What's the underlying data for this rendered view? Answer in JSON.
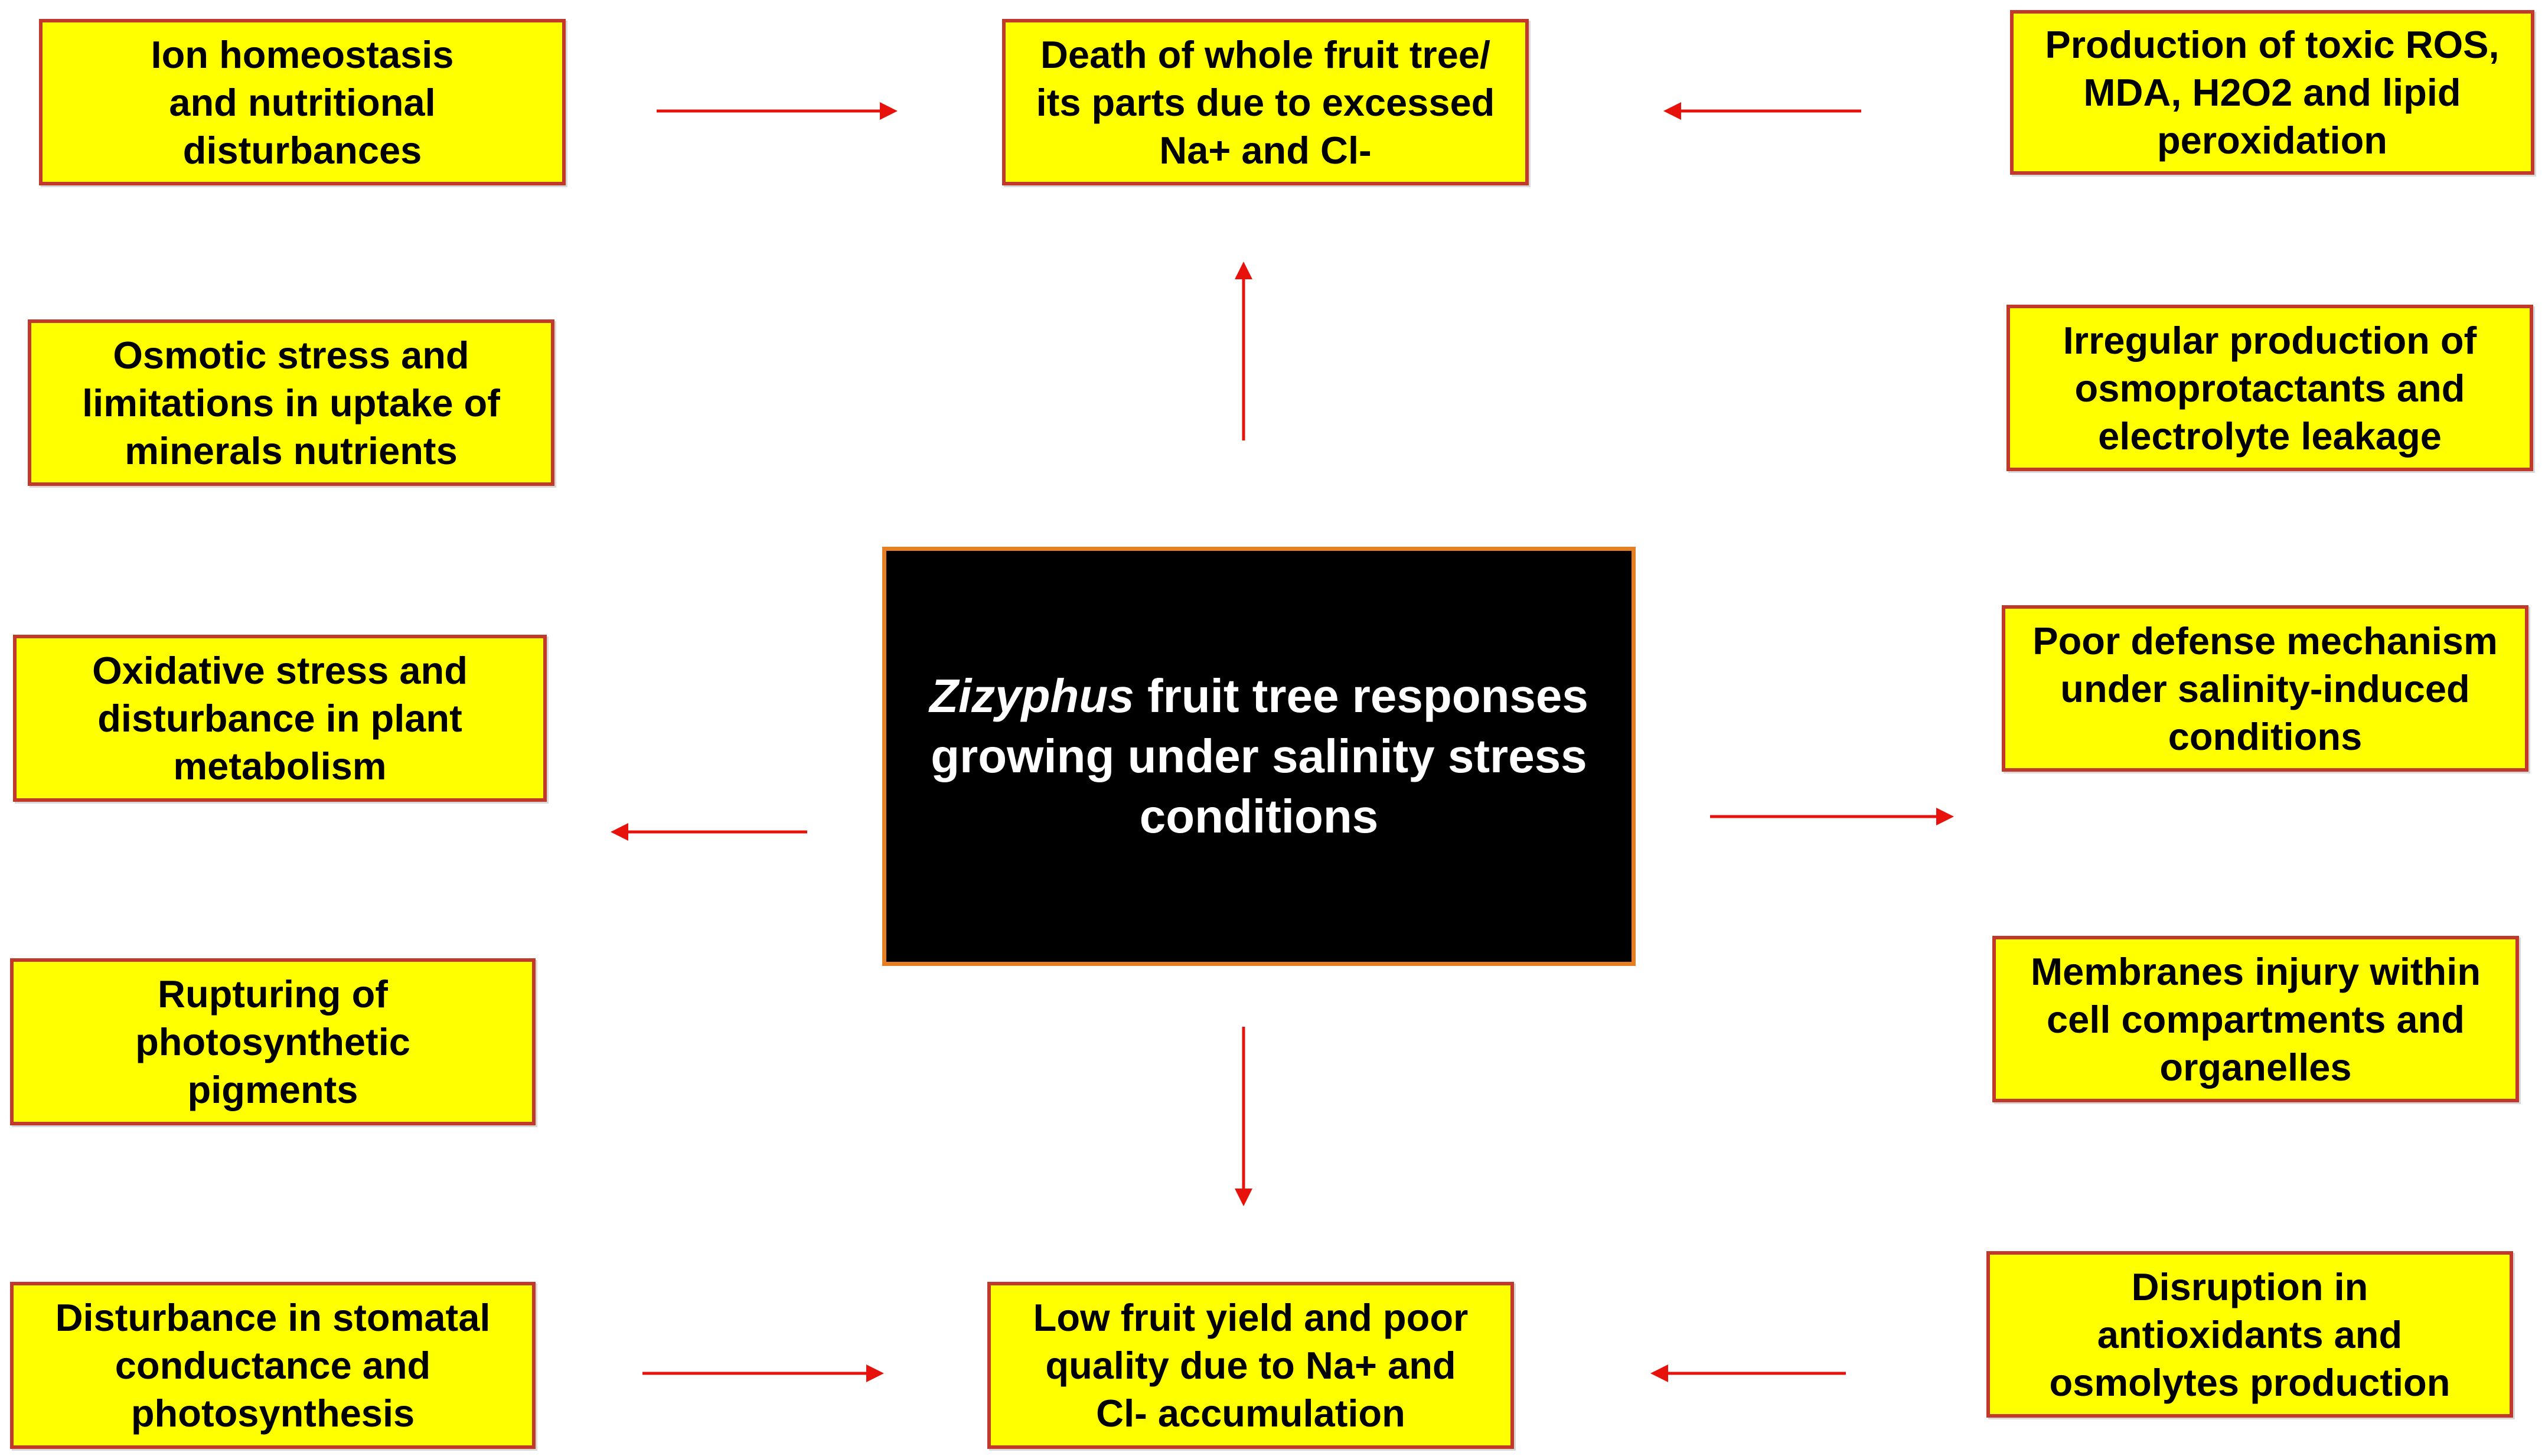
{
  "diagram": {
    "center": {
      "italic_word": "Zizyphus",
      "text_line1_rest": " fruit tree responses",
      "text_line2": "growing under salinity stress",
      "text_line3": "conditions"
    },
    "boxes": {
      "ion_homeostasis": "Ion homeostasis\nand nutritional\ndisturbances",
      "death_fruit_tree": "Death of whole fruit tree/\nits parts due to excessed\nNa+ and Cl-",
      "toxic_ros": "Production of toxic ROS,\nMDA, H2O2 and lipid\nperoxidation",
      "osmotic_stress": "Osmotic stress and\nlimitations in uptake of\nminerals nutrients",
      "osmoprotectants": "Irregular production of\nosmoprotactants and\nelectrolyte leakage",
      "oxidative_stress": "Oxidative stress and\ndisturbance in plant\nmetabolism",
      "poor_defense": "Poor defense mechanism\nunder salinity-induced\nconditions",
      "rupturing_pigments": "Rupturing of\nphotosynthetic\npigments",
      "membranes_injury": "Membranes injury within\ncell compartments and\norganelles",
      "stomatal_conductance": "Disturbance in stomatal\nconductance and\nphotosynthesis",
      "low_fruit_yield": "Low fruit  yield and poor\nquality due to Na+ and\nCl- accumulation",
      "antioxidants_disruption": "Disruption in\nantioxidants and\nosmolytes production"
    },
    "colors": {
      "box_fill": "#ffff00",
      "box_border": "#c0392b",
      "center_fill": "#000000",
      "center_border": "#e67e22",
      "arrow": "#e8120c"
    }
  }
}
